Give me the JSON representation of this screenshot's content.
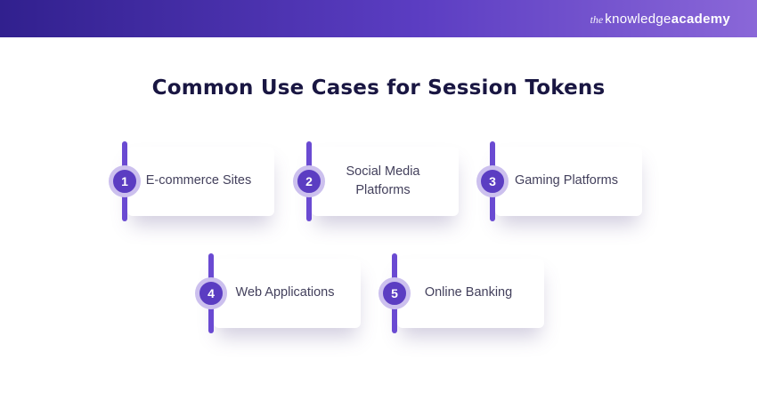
{
  "header": {
    "logo": {
      "the": "the",
      "knowledge": "knowledge",
      "academy": "academy"
    }
  },
  "title": "Common Use Cases for Session Tokens",
  "items": [
    {
      "number": "1",
      "label": "E-commerce Sites"
    },
    {
      "number": "2",
      "label": "Social Media Platforms"
    },
    {
      "number": "3",
      "label": "Gaming Platforms"
    },
    {
      "number": "4",
      "label": "Web Applications"
    },
    {
      "number": "5",
      "label": "Online Banking"
    }
  ],
  "colors": {
    "header_gradient_start": "#31208e",
    "header_gradient_end": "#8a67d8",
    "accent_purple": "#5b3dc2",
    "badge_ring": "#ccc0ee",
    "accent_bar": "#6a4ad2",
    "title_text": "#191642",
    "label_text": "#43405c"
  }
}
